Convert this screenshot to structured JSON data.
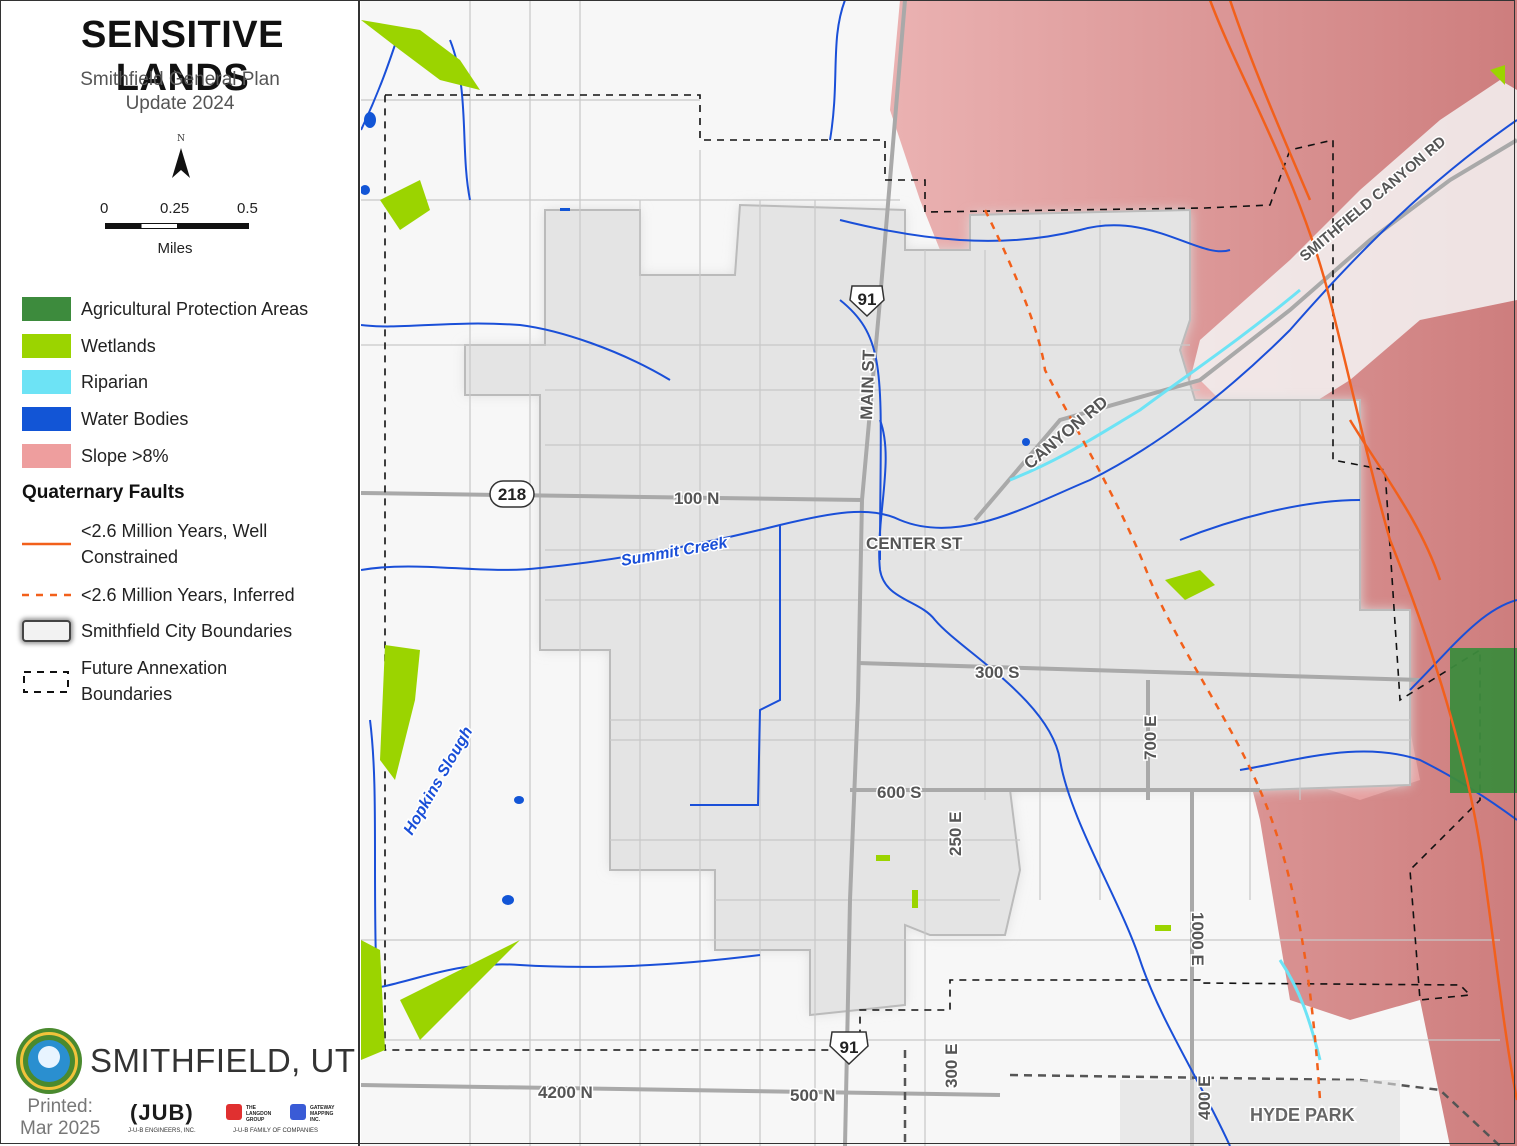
{
  "title": "SENSITIVE LANDS",
  "subtitle_line1": "Smithfield General Plan",
  "subtitle_line2": "Update 2024",
  "north_arrow": {
    "letter": "N",
    "icon": "north-arrow-icon"
  },
  "scale_bar": {
    "ticks": [
      "0",
      "0.25",
      "0.5"
    ],
    "units": "Miles"
  },
  "legend": {
    "items": [
      {
        "label": "Agricultural Protection Areas",
        "color": "#3d8b3d"
      },
      {
        "label": "Wetlands",
        "color": "#9bd400"
      },
      {
        "label": "Riparian",
        "color": "#6de3f5"
      },
      {
        "label": "Water Bodies",
        "color": "#1255d6"
      },
      {
        "label": "Slope >8%",
        "color": "#ee9e9e"
      }
    ],
    "faults_heading": "Quaternary Faults",
    "faults": [
      {
        "label_line1": "<2.6 Million Years, Well",
        "label_line2": "Constrained",
        "color": "#f2601b",
        "style": "solid"
      },
      {
        "label_line1": "<2.6 Million Years, Inferred",
        "label_line2": "",
        "color": "#f2601b",
        "style": "dashed"
      }
    ],
    "city_boundary_label": "Smithfield City Boundaries",
    "annexation_label_line1": "Future Annexation",
    "annexation_label_line2": "Boundaries"
  },
  "branding": {
    "city_name": "SMITHFIELD, UT",
    "printed_line1": "Printed:",
    "printed_line2": "Mar 2025",
    "jub_logo": "JUB",
    "jub_sub": "J-U-B ENGINEERS, INC.",
    "family_sub": "J-U-B FAMILY OF COMPANIES",
    "partner1_line1": "THE",
    "partner1_line2": "LANGDON",
    "partner1_line3": "GROUP",
    "partner2_line1": "GATEWAY",
    "partner2_line2": "MAPPING",
    "partner2_line3": "INC."
  },
  "map_labels": {
    "route_91_top": "91",
    "route_91_bottom": "91",
    "route_218": "218",
    "main_st": "MAIN ST",
    "n100": "100 N",
    "center_st": "CENTER ST",
    "summit_creek": "Summit Creek",
    "canyon_rd": "CANYON RD",
    "smithfield_canyon_rd": "SMITHFIELD CANYON RD",
    "s300": "300 S",
    "e700": "700 E",
    "s600": "600 S",
    "e250": "250 E",
    "hopkins_slough": "Hopkins Slough",
    "e1000": "1000 E",
    "e300": "300 E",
    "e400": "400 E",
    "n4200": "4200 N",
    "n500": "500 N",
    "hyde_park": "HYDE PARK"
  }
}
